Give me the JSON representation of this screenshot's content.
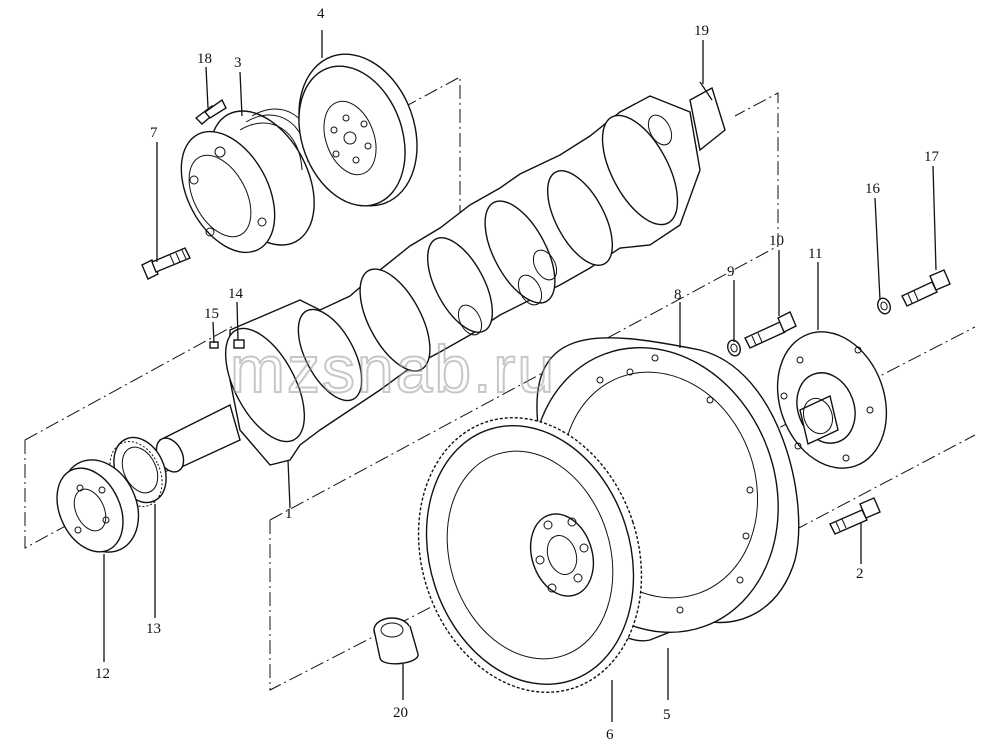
{
  "watermark": "mzsnab.ru",
  "callouts": [
    {
      "id": "1",
      "text": "1"
    },
    {
      "id": "2",
      "text": "2"
    },
    {
      "id": "3",
      "text": "3"
    },
    {
      "id": "4",
      "text": "4"
    },
    {
      "id": "5",
      "text": "5"
    },
    {
      "id": "6",
      "text": "6"
    },
    {
      "id": "7",
      "text": "7"
    },
    {
      "id": "8",
      "text": "8"
    },
    {
      "id": "9",
      "text": "9"
    },
    {
      "id": "10",
      "text": "10"
    },
    {
      "id": "11",
      "text": "11"
    },
    {
      "id": "12",
      "text": "12"
    },
    {
      "id": "13",
      "text": "13"
    },
    {
      "id": "14",
      "text": "14"
    },
    {
      "id": "15",
      "text": "15"
    },
    {
      "id": "16",
      "text": "16"
    },
    {
      "id": "17",
      "text": "17"
    },
    {
      "id": "18",
      "text": "18"
    },
    {
      "id": "19",
      "text": "19"
    },
    {
      "id": "20",
      "text": "20"
    }
  ]
}
